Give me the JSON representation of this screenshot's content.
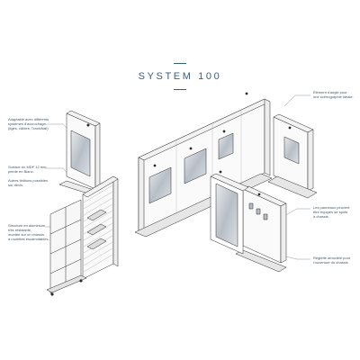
{
  "title": "SYSTEM 100",
  "callouts": {
    "adaptable": [
      "Adaptable avec différents",
      "systèmes d'accrochage",
      "(tiges, câbles, TrackWall)"
    ],
    "surface": [
      "Surface en MDF 12 mm",
      "peinte en Blanc."
    ],
    "finitions": [
      "Autres finitions possibles",
      "sur devis."
    ],
    "structure": [
      "Structure en aluminium",
      "très résistante,",
      "montée sur un chassis",
      "à roulettes escamotables."
    ],
    "element": [
      "Élément d'angle pour",
      "une scénographie idéale."
    ],
    "panneaux": [
      "Les panneaux peuvent",
      "être équipés de spots",
      "à chassis."
    ],
    "reglette": [
      "Réglette amovible pour",
      "l'ouverture du chassis."
    ]
  },
  "colors": {
    "accent": "#3c5f7d",
    "line": "#2b2b2b",
    "panel": "#fafafa",
    "frame": "#c9ced4"
  }
}
